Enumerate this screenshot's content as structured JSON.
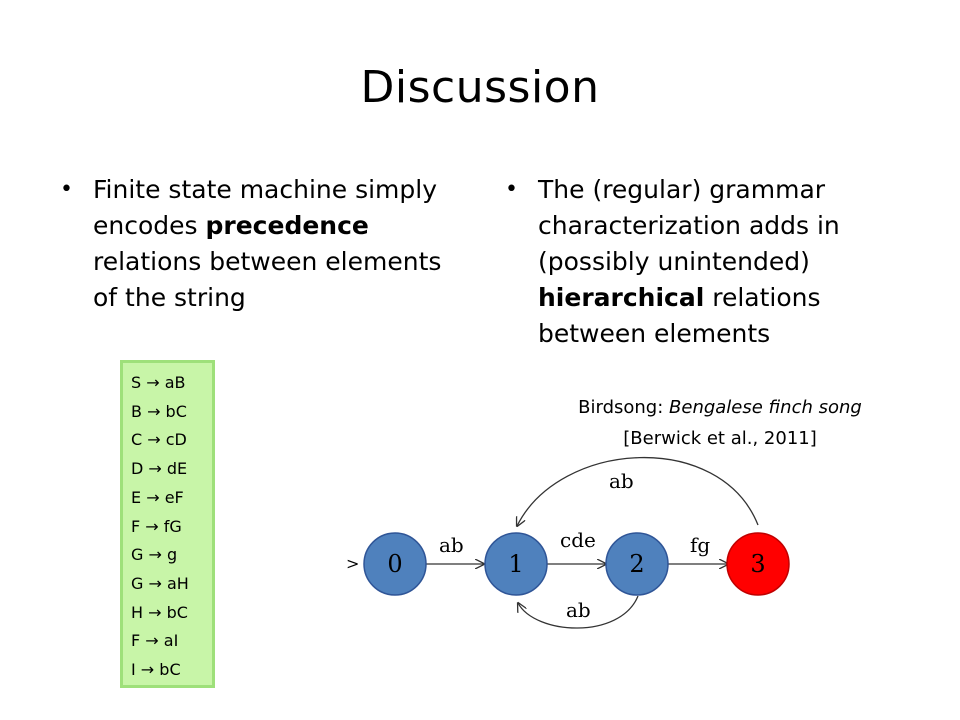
{
  "slide": {
    "title": "Discussion",
    "left_bullet": {
      "before": "Finite state machine simply encodes ",
      "bold": "precedence",
      "after": " relations between elements of the string"
    },
    "right_bullet": {
      "before": "The (regular) grammar characterization adds in (possibly unintended) ",
      "bold": "hierarchical",
      "after": " relations between elements"
    },
    "grammar_rules": [
      "S → aB",
      "B → bC",
      "C → cD",
      "D → dE",
      "E → eF",
      "F → fG",
      "G → g",
      "G → aH",
      "H → bC",
      "F → aI",
      "I → bC"
    ],
    "caption": {
      "prefix": "Birdsong: ",
      "italic": "Bengalese finch song",
      "citation": "[Berwick et al., 2011]"
    },
    "fsm": {
      "start_marker": ">",
      "states": [
        {
          "label": "0",
          "color": "#4f81bd"
        },
        {
          "label": "1",
          "color": "#4f81bd"
        },
        {
          "label": "2",
          "color": "#4f81bd"
        },
        {
          "label": "3",
          "color": "#ff0000"
        }
      ],
      "edge_labels": {
        "e01": "ab",
        "e12": "cde",
        "e23": "fg",
        "e31": "ab",
        "e21": "ab"
      }
    }
  }
}
